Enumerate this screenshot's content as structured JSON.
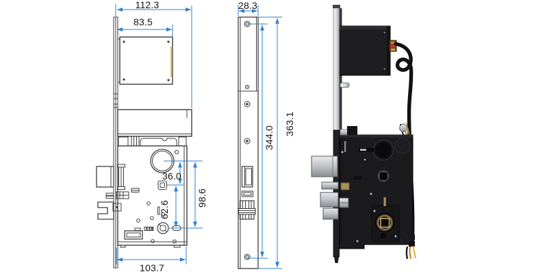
{
  "background": "#ffffff",
  "palette": {
    "dimension_blue": "#2e82d2",
    "drawing_line": "#3d3d3d",
    "photo_black": "#1b1b1e",
    "metal_silver": "#c3c6c9",
    "brass_gold": "#85714a",
    "wire_orange": "#c5842e",
    "wire_yellow": "#d7b23c"
  },
  "front_view": {
    "dimensions": {
      "overall_width": "112.3",
      "battery_box_width": "83.5",
      "case_width": "103.7",
      "cylinder_to_spindle": "36.0",
      "spindle_to_keyhole": "62.6",
      "cylinder_to_keyhole": "98.6"
    }
  },
  "side_view": {
    "dimensions": {
      "faceplate_width": "28.3",
      "screw_to_screw": "344.0",
      "overall_height": "363.1"
    }
  }
}
